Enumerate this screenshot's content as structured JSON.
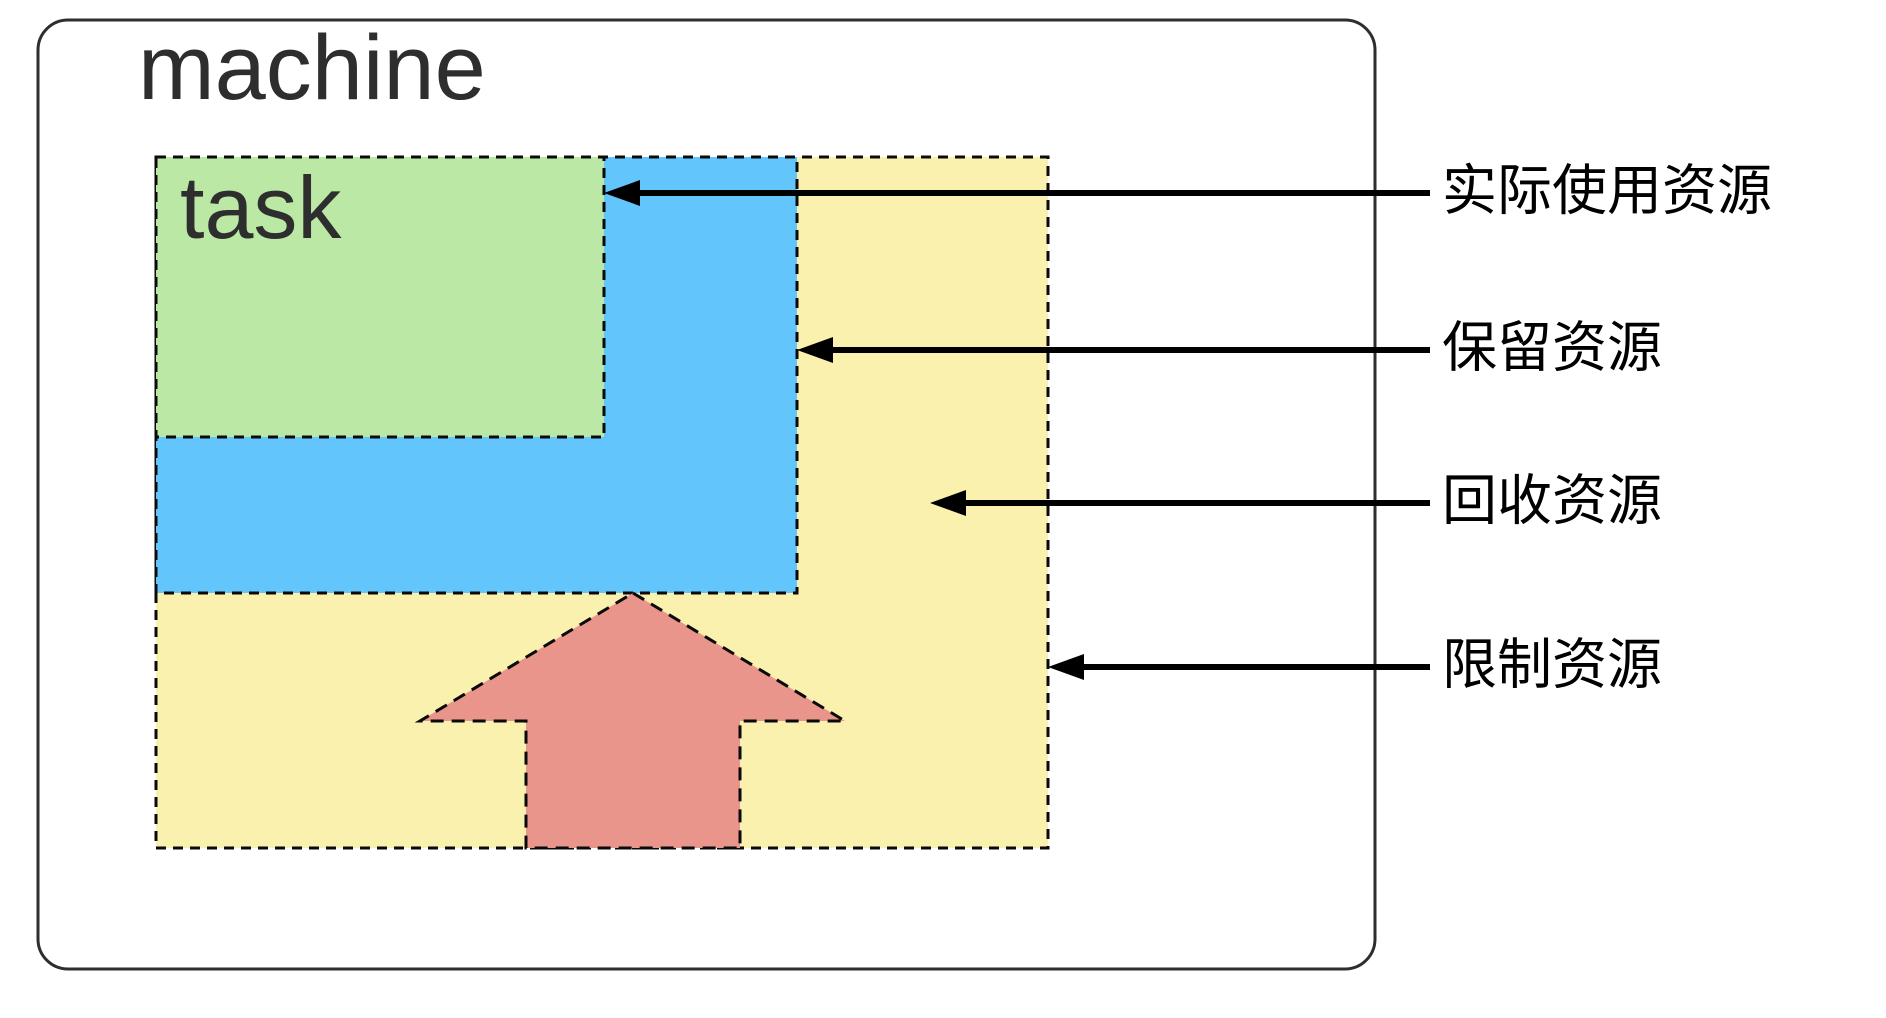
{
  "diagram": {
    "machine_label": "machine",
    "task_label": "task",
    "colors": {
      "machine_outline": "#2e2e2e",
      "limit_fill": "#faf1ae",
      "reserved_fill": "#62c6fc",
      "used_fill": "#bce8a5",
      "reclaim_arrow_fill": "#ea958b",
      "dashed_border": "#0a0a0a",
      "annotation_line": "#000000"
    },
    "annotations": [
      {
        "label": "实际使用资源",
        "points_to": "used-region"
      },
      {
        "label": "保留资源",
        "points_to": "reserved-region"
      },
      {
        "label": "回收资源",
        "points_to": "reclaim-region"
      },
      {
        "label": "限制资源",
        "points_to": "limit-region"
      }
    ]
  }
}
